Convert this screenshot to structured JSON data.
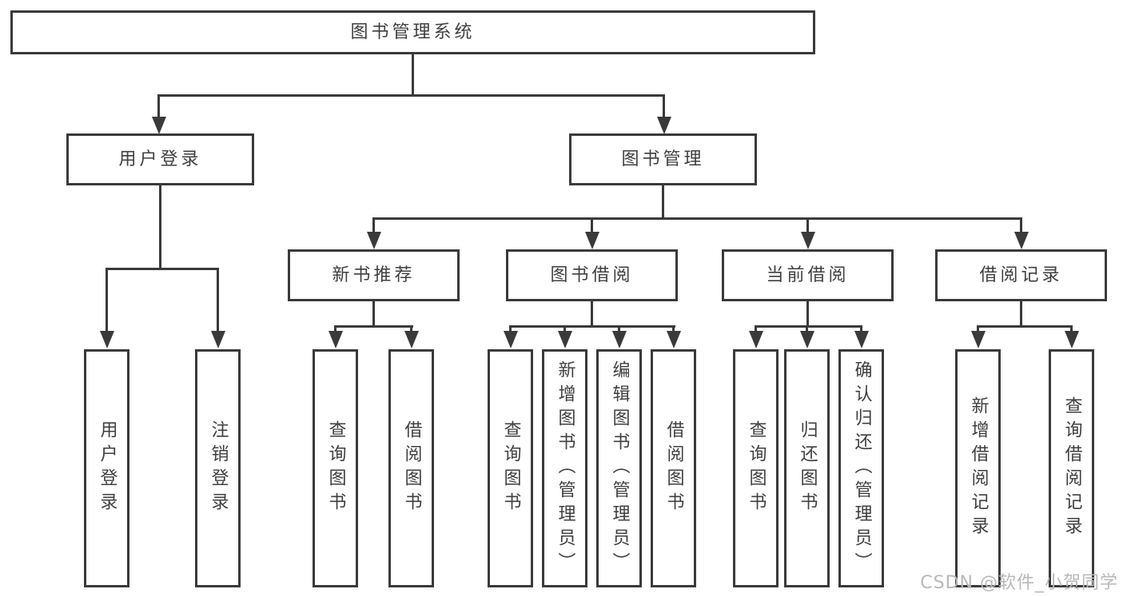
{
  "tree": {
    "label": "图书管理系统",
    "children": [
      {
        "label": "用户登录",
        "children": [
          {
            "label": "用户登录"
          },
          {
            "label": "注销登录"
          }
        ]
      },
      {
        "label": "图书管理",
        "children": [
          {
            "label": "新书推荐",
            "children": [
              {
                "label": "查询图书"
              },
              {
                "label": "借阅图书"
              }
            ]
          },
          {
            "label": "图书借阅",
            "children": [
              {
                "label": "查询图书"
              },
              {
                "label": "新增图书（管理员）"
              },
              {
                "label": "编辑图书（管理员）"
              },
              {
                "label": "借阅图书"
              }
            ]
          },
          {
            "label": "当前借阅",
            "children": [
              {
                "label": "查询图书"
              },
              {
                "label": "归还图书"
              },
              {
                "label": "确认归还（管理员）"
              }
            ]
          },
          {
            "label": "借阅记录",
            "children": [
              {
                "label": "新增借阅记录"
              },
              {
                "label": "查询借阅记录"
              }
            ]
          }
        ]
      }
    ]
  },
  "watermark": {
    "text": "CSDN @软件_小贺同学"
  },
  "colors": {
    "line": "#3a3a3a",
    "text": "#3f3f3f",
    "watermark": "#b8b8b8",
    "background": "#ffffff"
  }
}
